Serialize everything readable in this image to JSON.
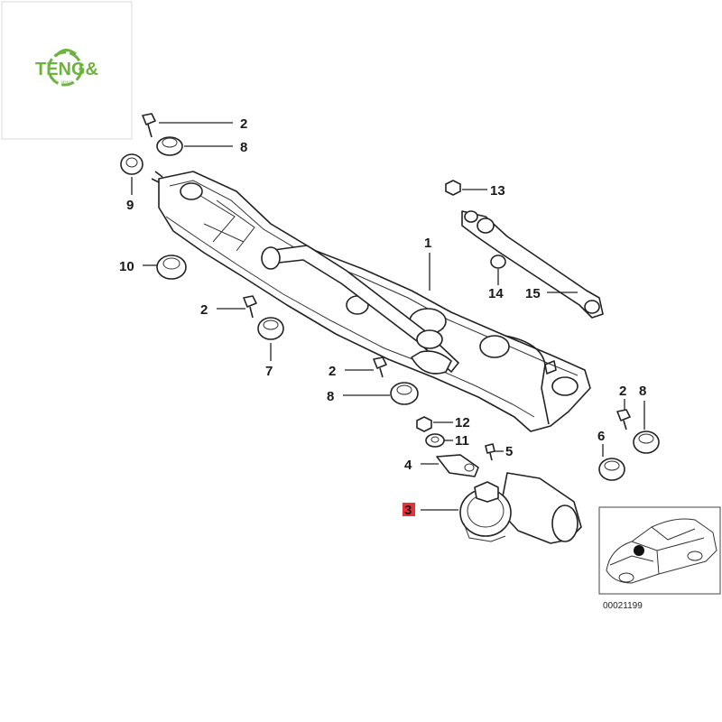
{
  "logo": {
    "text": "TENG&",
    "sub": "TENG&"
  },
  "callouts": [
    "2",
    "8",
    "9",
    "10",
    "2",
    "7",
    "2",
    "8",
    "12",
    "11",
    "4",
    "5",
    "3",
    "1",
    "13",
    "14",
    "15",
    "2",
    "8",
    "6"
  ],
  "highlight_color": "#e8323a",
  "ref_number": "00021199"
}
